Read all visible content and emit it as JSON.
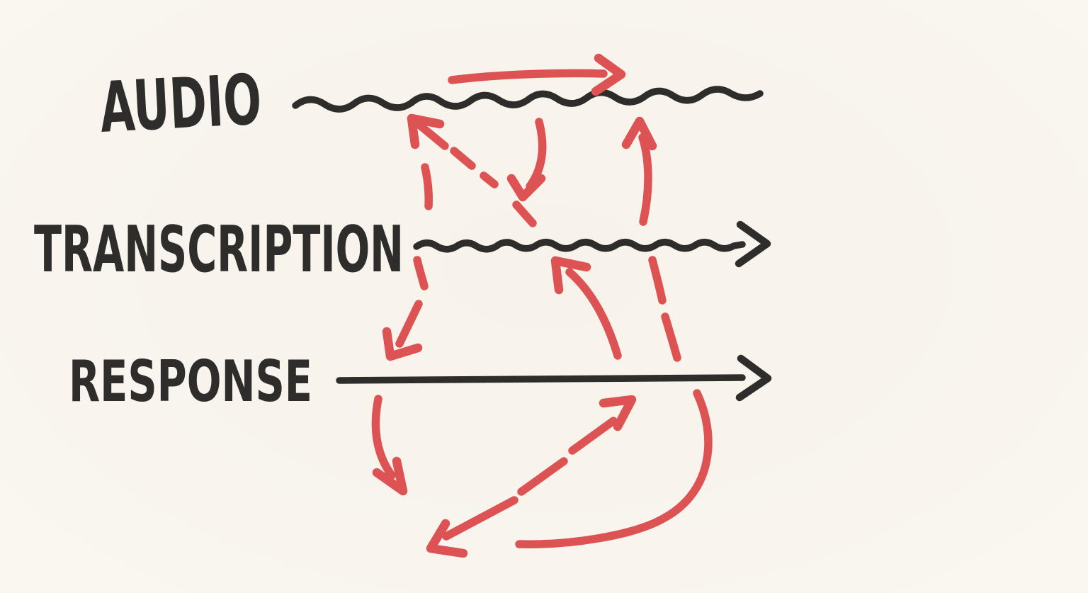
{
  "diagram": {
    "kind": "hand-drawn-timeline-diagram",
    "colors": {
      "background": "#f7f2ea",
      "ink": "#2e2d2b",
      "accent": "#dd5252"
    },
    "labels": {
      "audio": "AUDIO",
      "transcription": "TRANSCRIPTION",
      "response": "RESPONSE"
    },
    "timelines": [
      {
        "name": "audio-timeline",
        "label": "AUDIO",
        "stroke": "wavy",
        "arrowhead": false
      },
      {
        "name": "transcription-timeline",
        "label": "TRANSCRIPTION",
        "stroke": "slightly-wavy",
        "arrowhead": true
      },
      {
        "name": "response-timeline",
        "label": "RESPONSE",
        "stroke": "straight",
        "arrowhead": true
      }
    ],
    "edges": [
      {
        "name": "audio-playback-arrow",
        "line": "solid",
        "heads": 1,
        "direction": "right",
        "location": "above audio timeline"
      },
      {
        "name": "transcription-to-audio-dashed-arrow",
        "line": "dashed",
        "heads": 1,
        "direction": "up-left",
        "from": "transcription",
        "to": "audio"
      },
      {
        "name": "audio-to-response-dashed-arrow",
        "line": "dashed",
        "heads": 1,
        "direction": "down",
        "from": "audio",
        "to": "response"
      },
      {
        "name": "audio-down-solid-arrow",
        "line": "solid",
        "heads": 1,
        "direction": "down",
        "from": "audio",
        "to": "between audio and transcription"
      },
      {
        "name": "transcription-to-audio-solid-arrow",
        "line": "solid",
        "heads": 1,
        "direction": "up",
        "from": "transcription",
        "to": "audio"
      },
      {
        "name": "transcription-to-response-dashed-link",
        "line": "dashed",
        "heads": 0,
        "direction": "down",
        "from": "transcription",
        "to": "response"
      },
      {
        "name": "response-to-transcription-solid-arrow",
        "line": "solid",
        "heads": 1,
        "direction": "up-left",
        "from": "response",
        "to": "transcription"
      },
      {
        "name": "response-down-solid-arrow",
        "line": "solid",
        "heads": 1,
        "direction": "down",
        "from": "response",
        "to": "below response"
      },
      {
        "name": "double-headed-dashed-diagonal-arrow",
        "line": "dashed",
        "heads": 2,
        "direction": "up-right and down-left",
        "location": "below response timeline"
      },
      {
        "name": "loop-back-arc",
        "line": "solid",
        "heads": 0,
        "direction": "curving down-left",
        "location": "below response timeline"
      }
    ]
  }
}
